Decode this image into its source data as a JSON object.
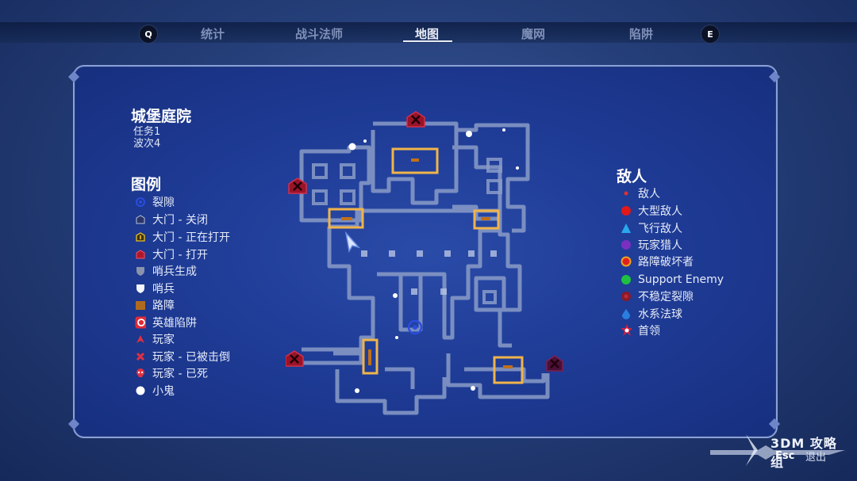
{
  "top_nav": {
    "left_key": "Q",
    "right_key": "E",
    "tabs": [
      {
        "label": "统计"
      },
      {
        "label": "战斗法师"
      },
      {
        "label": "地图"
      },
      {
        "label": "魔网"
      },
      {
        "label": "陷阱"
      }
    ],
    "active_tab": "地图"
  },
  "level": {
    "name": "城堡庭院",
    "mission": "任务1",
    "wave": "波次4"
  },
  "legend": {
    "title": "图例",
    "items": [
      {
        "label": "裂隙",
        "icon": "rift-icon"
      },
      {
        "label": "大门 - 关闭",
        "icon": "gate-closed-icon"
      },
      {
        "label": "大门 - 正在打开",
        "icon": "gate-opening-icon"
      },
      {
        "label": "大门 - 打开",
        "icon": "gate-open-icon"
      },
      {
        "label": "哨兵生成",
        "icon": "guardian-spawn-icon"
      },
      {
        "label": "哨兵",
        "icon": "guardian-icon"
      },
      {
        "label": "路障",
        "icon": "barricade-icon"
      },
      {
        "label": "英雄陷阱",
        "icon": "hero-trap-icon"
      },
      {
        "label": "玩家",
        "icon": "player-icon"
      },
      {
        "label": "玩家 - 已被击倒",
        "icon": "player-downed-icon"
      },
      {
        "label": "玩家 - 已死",
        "icon": "player-dead-icon"
      },
      {
        "label": "小鬼",
        "icon": "imp-icon"
      }
    ]
  },
  "enemies": {
    "title": "敌人",
    "items": [
      {
        "label": "敌人",
        "icon": "enemy-dot-icon",
        "color": "#e23030"
      },
      {
        "label": "大型敌人",
        "icon": "large-enemy-icon",
        "color": "#e01818"
      },
      {
        "label": "飞行敌人",
        "icon": "flying-enemy-icon",
        "color": "#2aa8ee"
      },
      {
        "label": "玩家猎人",
        "icon": "player-hunter-icon",
        "color": "#7b2fc0"
      },
      {
        "label": "路障破坏者",
        "icon": "barricade-breaker-icon",
        "color": "#f0a020"
      },
      {
        "label": "Support Enemy",
        "icon": "support-enemy-icon",
        "color": "#20c040"
      },
      {
        "label": "不稳定裂隙",
        "icon": "unstable-rift-icon",
        "color": "#8a1a2a"
      },
      {
        "label": "水系法球",
        "icon": "water-orb-icon",
        "color": "#2a7ee0"
      },
      {
        "label": "首领",
        "icon": "boss-icon",
        "color": "#d02040"
      }
    ]
  },
  "footer": {
    "esc_key": "Esc",
    "exit_label": "退出",
    "watermark": "3DM 攻略组"
  },
  "colors": {
    "accent": "#e9ecf6",
    "panel_border": "#8aa0d8",
    "barricade": "#f0b44a",
    "gate_red": "#b0182a"
  }
}
